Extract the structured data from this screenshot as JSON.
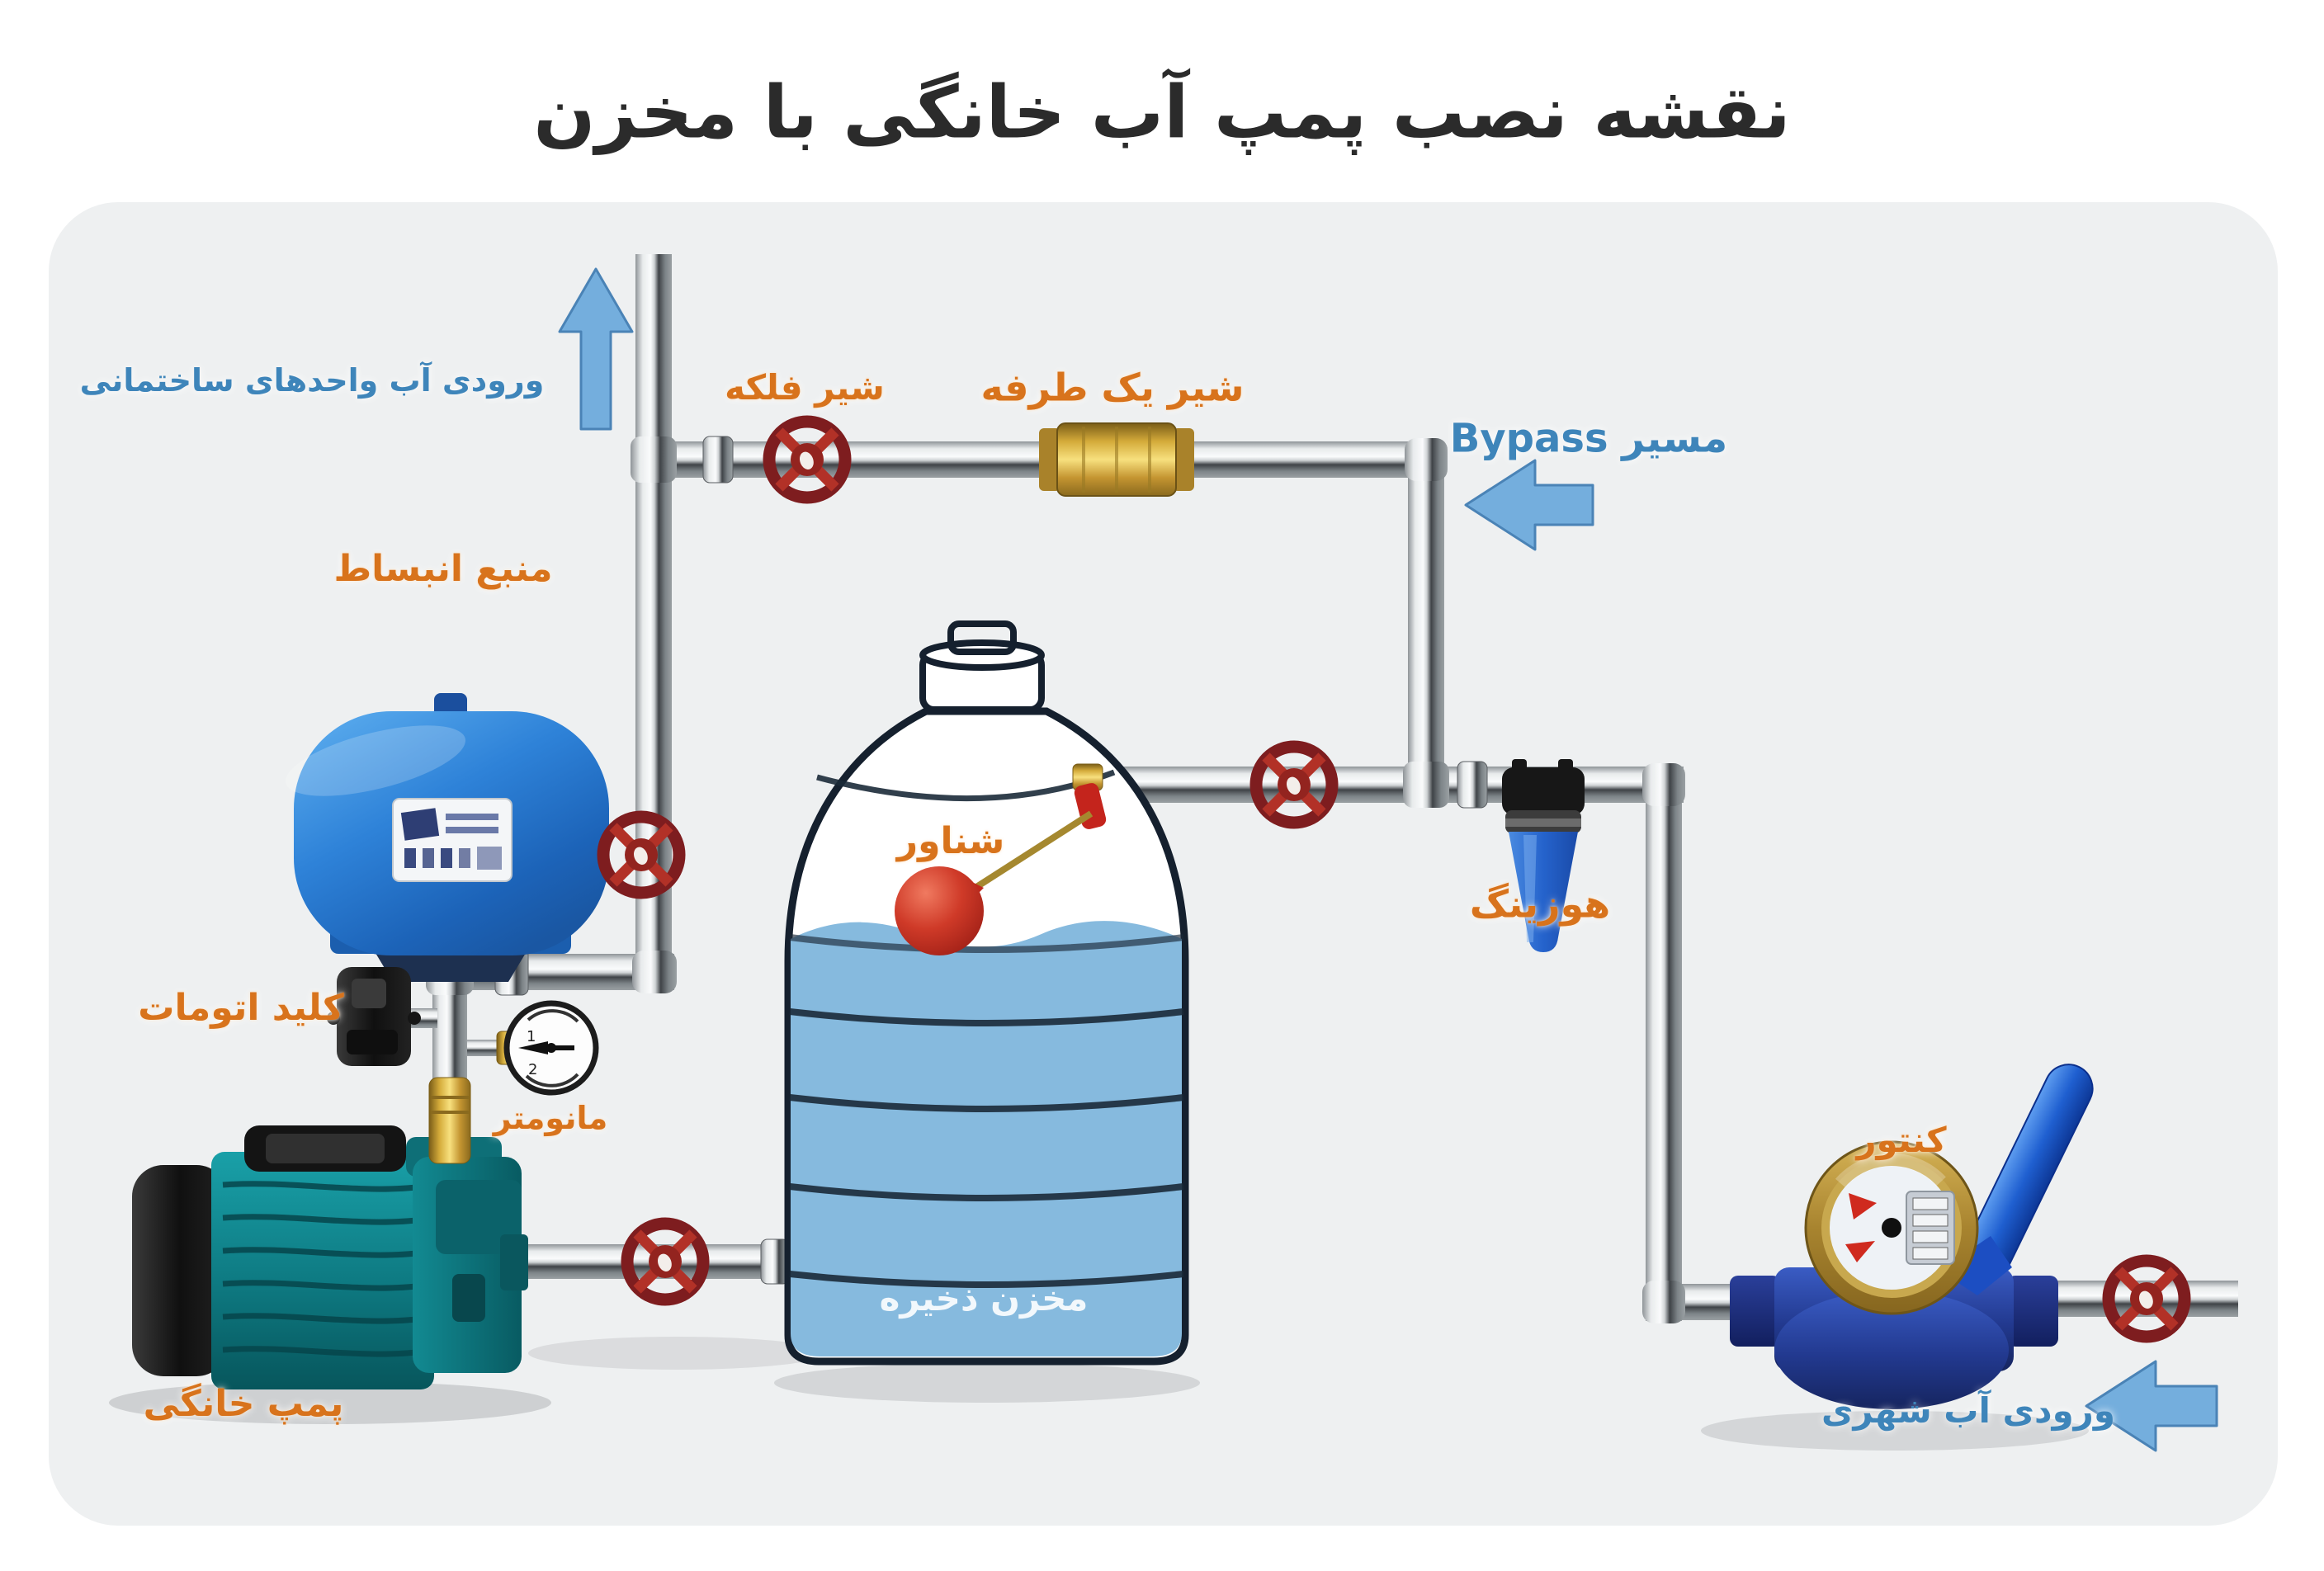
{
  "title": {
    "text": "نقشه نصب پمپ آب خانگی با مخزن"
  },
  "labels": {
    "building_units_inlet": "ورودی آب واحدهای ساختمانی",
    "gate_valve": "شیر فلکه",
    "check_valve": "شیر یک طرفه",
    "bypass_route": "مسیر Bypass",
    "expansion_tank": "منبع انبساط",
    "float_valve": "شناور",
    "filter_housing": "هوزینگ",
    "automatic_switch": "کلید اتومات",
    "manometer": "مانومتر",
    "water_meter": "کنتور",
    "storage_tank": "مخزن ذخیره",
    "home_pump": "پمپ خانگی",
    "city_water_inlet": "ورودی آب شهری"
  },
  "colors": {
    "card_bg": "#eef0f1",
    "label_orange": "#d8731c",
    "label_blue": "#3e85ba",
    "arrow_blue": "#74aedd",
    "valve_red": "#8c2022",
    "brass": "#d4ab3a",
    "water_blue": "#86bade",
    "tank_outline": "#15202e",
    "expansion_tank_blue": "#2e82d8",
    "pump_teal": "#0e7a82",
    "meter_blue": "#22398f",
    "pipe_silver": "#c9ccce"
  },
  "icons": {
    "flow_up_arrow": "arrow-up",
    "bypass_arrow": "arrow-left",
    "city_inlet_arrow": "arrow-left",
    "valve_wheel": "red-handwheel"
  }
}
